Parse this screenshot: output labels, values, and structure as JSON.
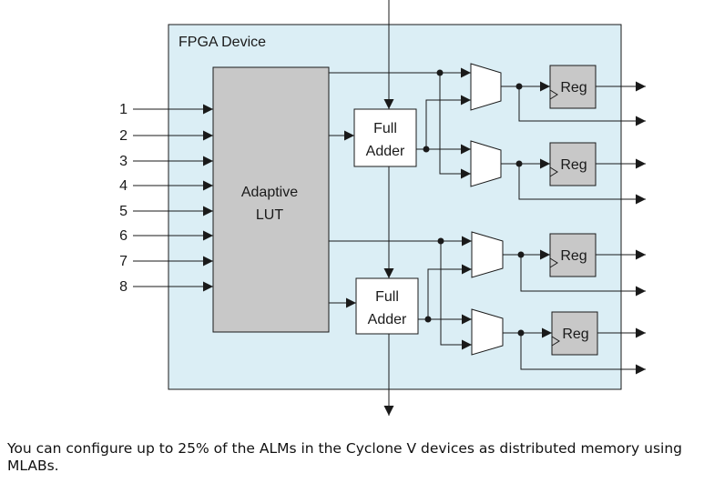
{
  "diagram": {
    "device_label": "FPGA Device",
    "lut_label_line1": "Adaptive",
    "lut_label_line2": "LUT",
    "adder_label_line1": "Full",
    "adder_label_line2": "Adder",
    "reg_label": "Reg",
    "inputs": [
      "1",
      "2",
      "3",
      "4",
      "5",
      "6",
      "7",
      "8"
    ],
    "colors": {
      "device_fill": "#dbeef5",
      "block_fill": "#c8c8c8",
      "stroke": "#1a1a1a"
    }
  },
  "caption": "You can configure up to 25% of the ALMs in the Cyclone V devices as distributed memory using MLABs."
}
